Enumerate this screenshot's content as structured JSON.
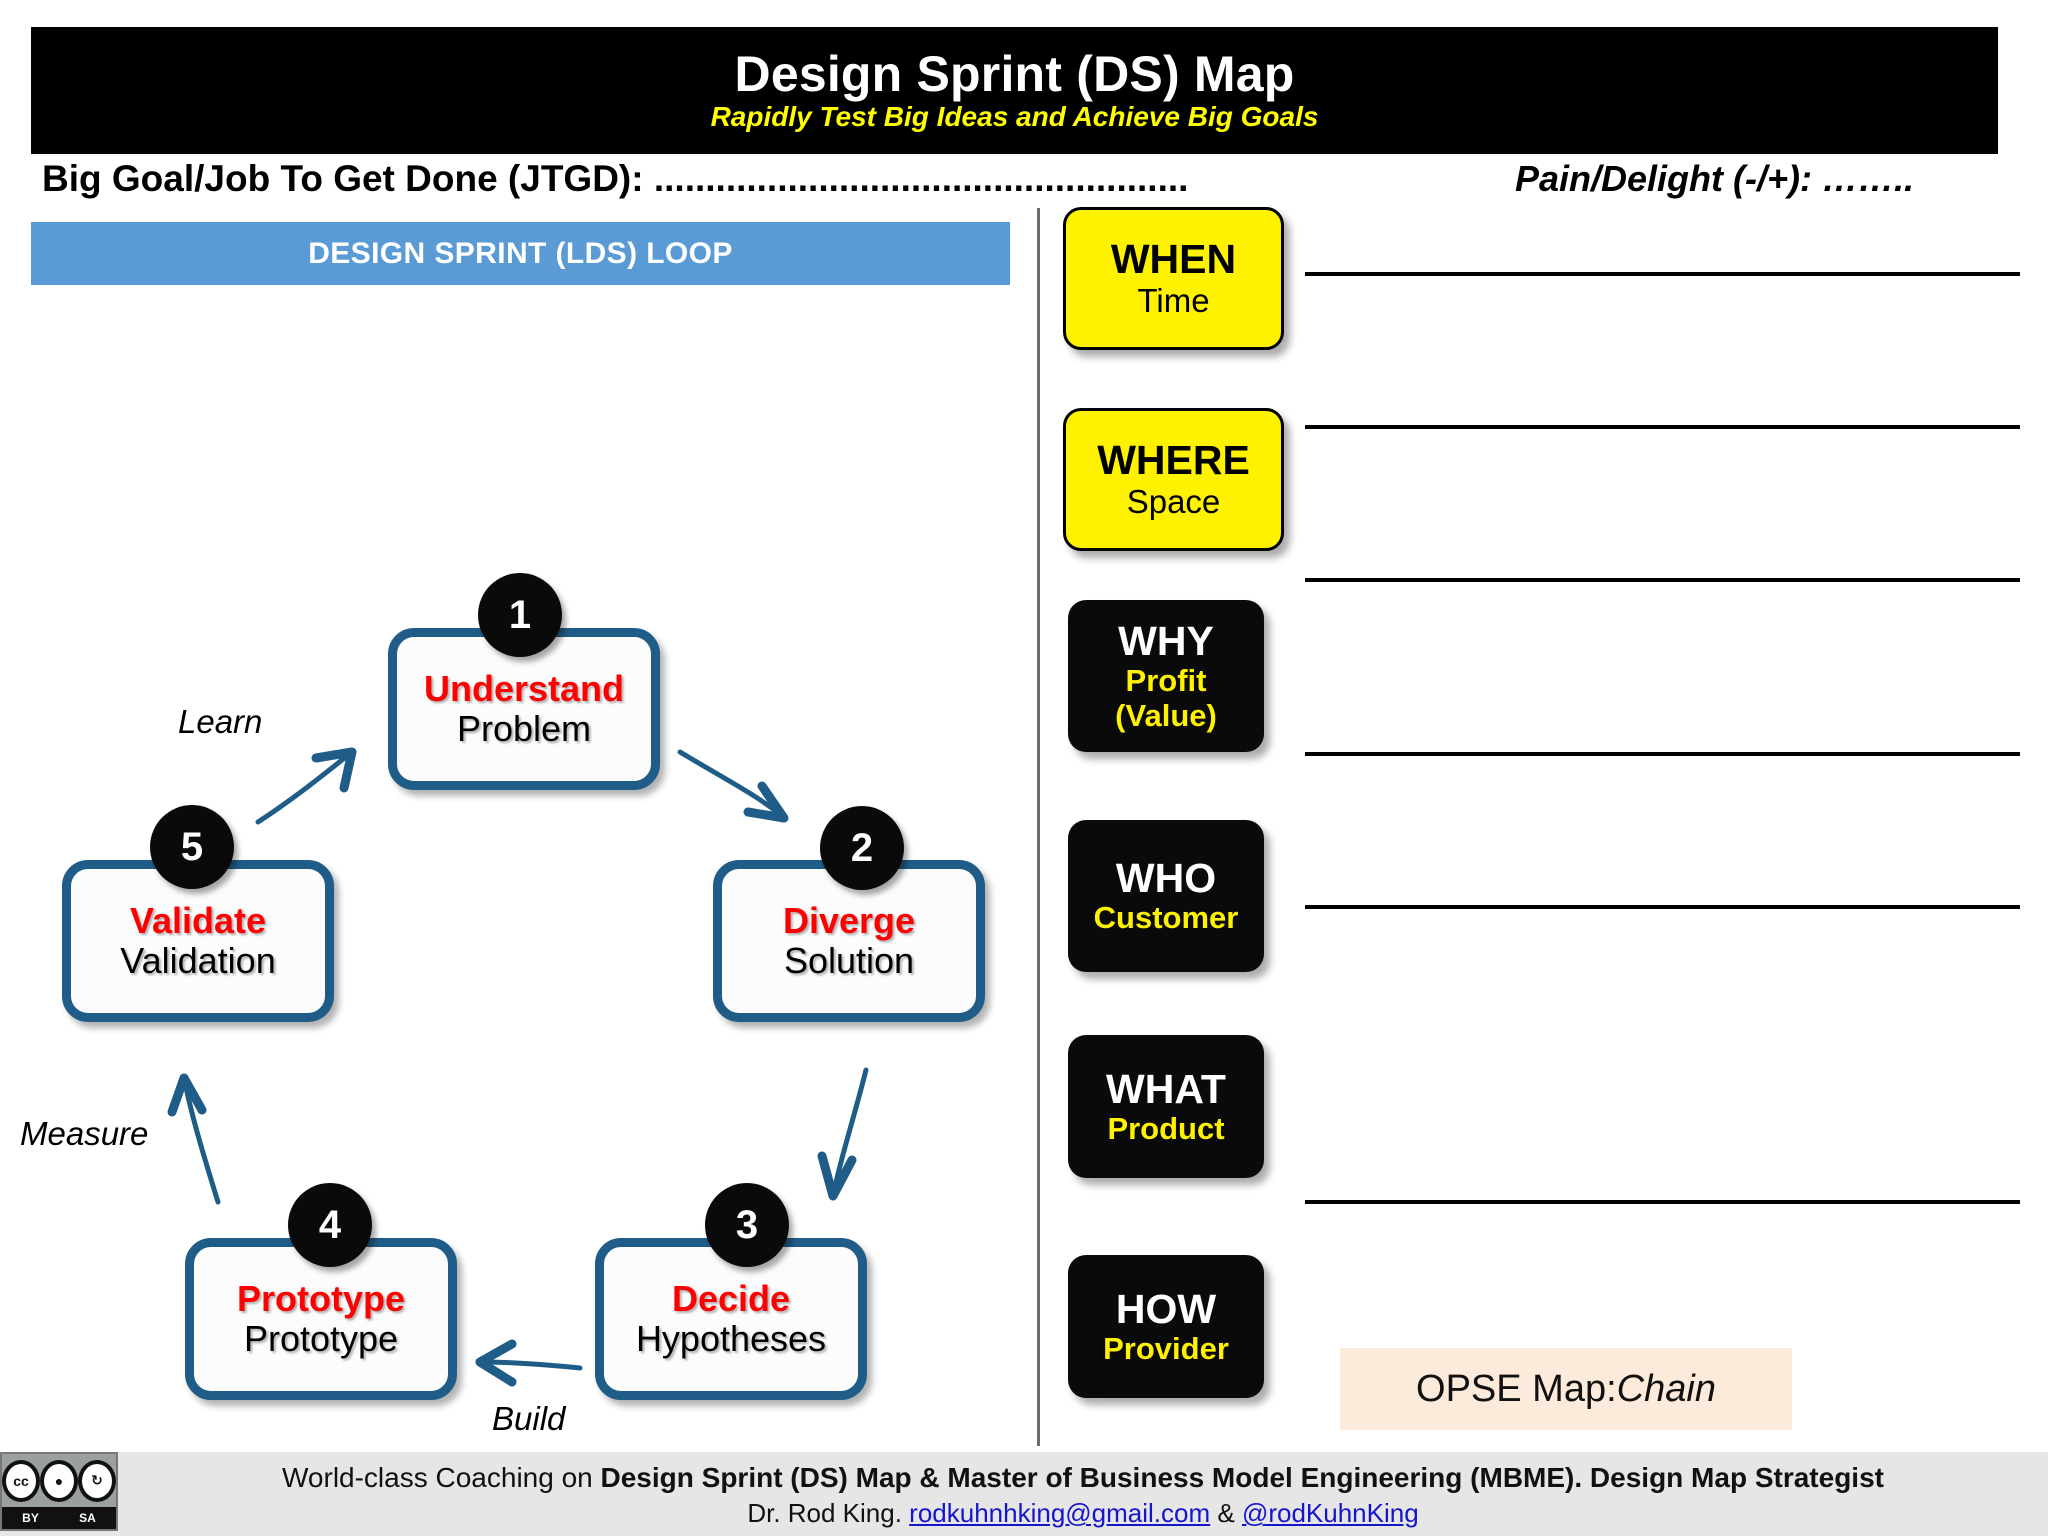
{
  "header": {
    "title": "Design Sprint (DS) Map",
    "subtitle": "Rapidly Test Big Ideas and Achieve Big Goals",
    "jtgd_label": "Big Goal/Job To Get Done (JTGD): ....................................................",
    "pain_delight_label": "Pain/Delight (-/+): …….."
  },
  "left_panel": {
    "banner": "DESIGN SPRINT (LDS) LOOP",
    "nodes": [
      {
        "number": "1",
        "title": "Understand",
        "subtitle": "Problem"
      },
      {
        "number": "2",
        "title": "Diverge",
        "subtitle": "Solution"
      },
      {
        "number": "3",
        "title": "Decide",
        "subtitle": "Hypotheses"
      },
      {
        "number": "4",
        "title": "Prototype",
        "subtitle": "Prototype"
      },
      {
        "number": "5",
        "title": "Validate",
        "subtitle": "Validation"
      }
    ],
    "edge_labels": {
      "learn": "Learn",
      "measure": "Measure",
      "build": "Build"
    }
  },
  "right_panel": {
    "blocks": [
      {
        "key": "WHEN",
        "sub": "Time",
        "sub2": "",
        "style": "yellow"
      },
      {
        "key": "WHERE",
        "sub": "Space",
        "sub2": "",
        "style": "yellow"
      },
      {
        "key": "WHY",
        "sub": "Profit",
        "sub2": "(Value)",
        "style": "black"
      },
      {
        "key": "WHO",
        "sub": "Customer",
        "sub2": "",
        "style": "black"
      },
      {
        "key": "WHAT",
        "sub": "Product",
        "sub2": "",
        "style": "black"
      },
      {
        "key": "HOW",
        "sub": "Provider",
        "sub2": "",
        "style": "black"
      }
    ],
    "opse_map_prefix": "OPSE Map: ",
    "opse_map_value": "Chain"
  },
  "footer": {
    "line1_plain_start": "World-class Coaching on ",
    "line1_bold": "Design Sprint (DS) Map & Master of Business Model Engineering (MBME). Design Map Strategist",
    "line2_name": "Dr. Rod King. ",
    "line2_email": "rodkuhnhking@gmail.com",
    "line2_amp": " & ",
    "line2_handle": "@rodKuhnKing",
    "cc_label": "cc",
    "cc_by": "BY",
    "cc_sa": "SA"
  },
  "colors": {
    "banner_blue": "#5B9BD5",
    "node_border": "#1F5C87",
    "node_title_red": "#FF0000",
    "yellow": "#FFF200",
    "black": "#0a0a0a",
    "opse_map_bg": "#FCEADA",
    "link_blue": "#1515CC"
  }
}
